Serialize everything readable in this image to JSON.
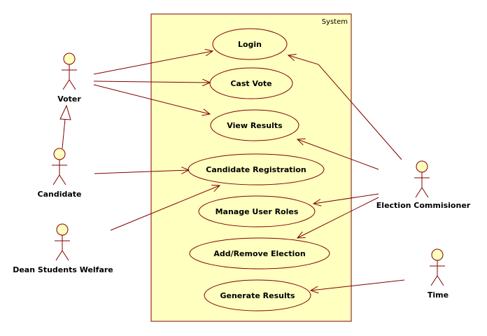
{
  "system": {
    "label": "System",
    "fill": "#ffffc0",
    "stroke": "#800000"
  },
  "actors": {
    "voter": "Voter",
    "candidate": "Candidate",
    "dean": "Dean Students Welfare",
    "election_commissioner": "Election Commisioner",
    "time": "Time"
  },
  "use_cases": {
    "login": "Login",
    "cast_vote": "Cast Vote",
    "view_results": "View Results",
    "candidate_registration": "Candidate Registration",
    "manage_user_roles": "Manage User Roles",
    "add_remove_election": "Add/Remove Election",
    "generate_results": "Generate Results"
  },
  "colors": {
    "line": "#800000",
    "actor_head": "#ffffc0",
    "use_case_fill": "#ffffc0"
  }
}
